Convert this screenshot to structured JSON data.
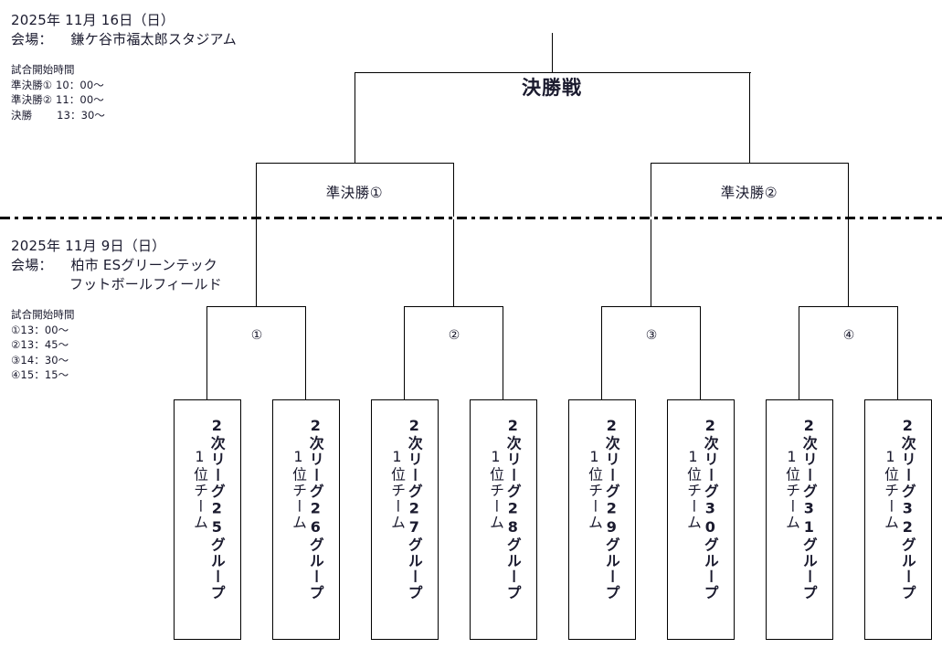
{
  "final_day": {
    "date": "2025年 11月 16日（日）",
    "venue_label": "会場：",
    "venue_name": "鎌ケ谷市福太郎スタジアム",
    "schedule_heading": "試合開始時間",
    "schedule": [
      "準決勝① 10：00～",
      "準決勝② 11：00～",
      "決勝　　 13：30～"
    ]
  },
  "quarter_day": {
    "date": "2025年 11月 9日（日）",
    "venue_label": "会場：",
    "venue_name_line1": "柏市 ESグリーンテック",
    "venue_name_line2": "フットボールフィールド",
    "schedule_heading": "試合開始時間",
    "schedule": [
      "①13：00～",
      "②13：45～",
      "③14：30～",
      "④15：15～"
    ]
  },
  "bracket": {
    "final": {
      "label": "決勝戦"
    },
    "semifinals": [
      {
        "label": "準決勝①"
      },
      {
        "label": "準決勝②"
      }
    ],
    "quarterfinals": [
      {
        "label": "①"
      },
      {
        "label": "②"
      },
      {
        "label": "③"
      },
      {
        "label": "④"
      }
    ],
    "teams": [
      {
        "group_text": "2次リーグ25グループ",
        "rank_text": "1位チーム"
      },
      {
        "group_text": "2次リーグ26グループ",
        "rank_text": "1位チーム"
      },
      {
        "group_text": "2次リーグ27グループ",
        "rank_text": "1位チーム"
      },
      {
        "group_text": "2次リーグ28グループ",
        "rank_text": "1位チーム"
      },
      {
        "group_text": "2次リーグ29グループ",
        "rank_text": "1位チーム"
      },
      {
        "group_text": "2次リーグ30グループ",
        "rank_text": "1位チーム"
      },
      {
        "group_text": "2次リーグ31グループ",
        "rank_text": "1位チーム"
      },
      {
        "group_text": "2次リーグ32グループ",
        "rank_text": "1位チーム"
      }
    ]
  },
  "colors": {
    "line": "#000000",
    "text": "#1a1a2e",
    "background": "#ffffff"
  }
}
